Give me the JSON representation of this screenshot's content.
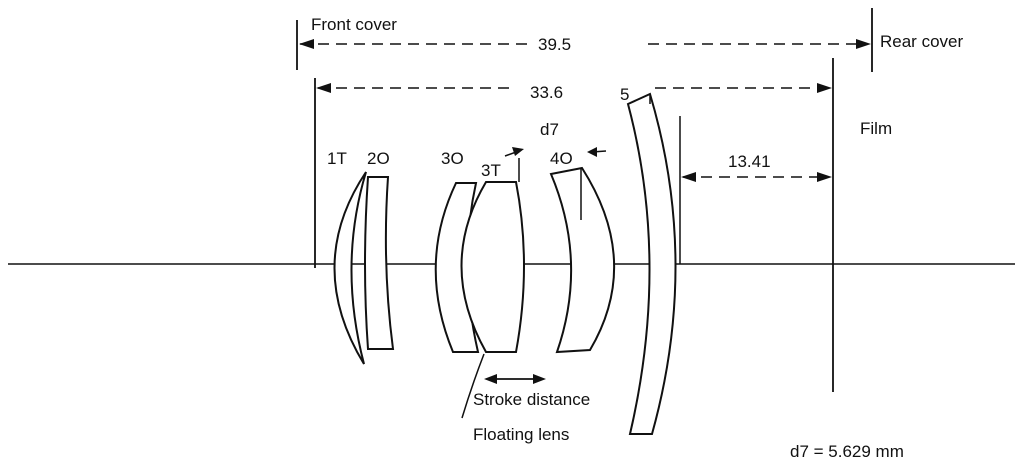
{
  "labels": {
    "front_cover": "Front cover",
    "rear_cover": "Rear cover",
    "film": "Film",
    "dim_total": "39.5",
    "dim_inner": "33.6",
    "dim_back": "13.41",
    "element_1t": "1T",
    "element_2o": "2O",
    "element_3o": "3O",
    "element_3t": "3T",
    "element_4o": "4O",
    "element_5": "5",
    "d7": "d7",
    "stroke_distance": "Stroke distance",
    "floating_lens": "Floating lens",
    "d7_value": "d7 = 5.629 mm"
  }
}
